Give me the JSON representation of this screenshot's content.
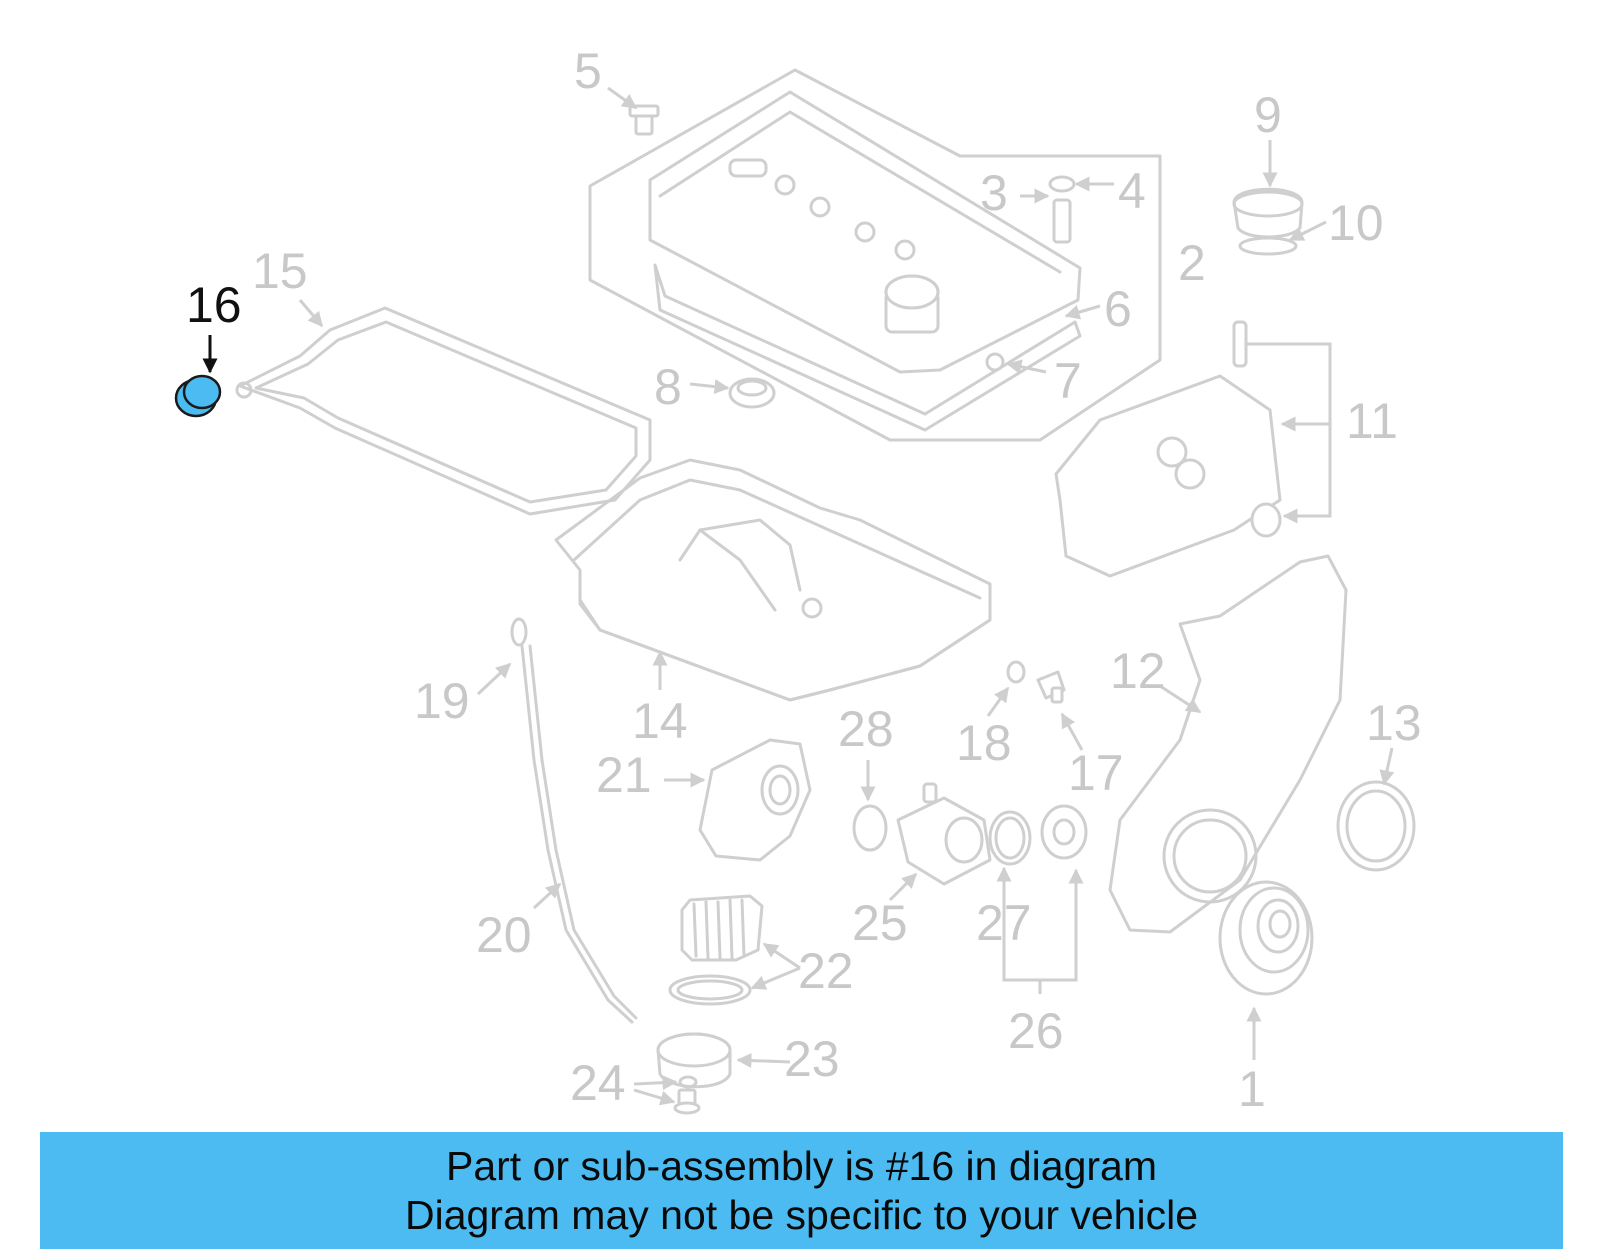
{
  "diagram": {
    "highlighted_part": "16",
    "highlight_color": "#4bbbf1",
    "callouts": {
      "c1": "1",
      "c2": "2",
      "c3": "3",
      "c4": "4",
      "c5": "5",
      "c6": "6",
      "c7": "7",
      "c8": "8",
      "c9": "9",
      "c10": "10",
      "c11": "11",
      "c12": "12",
      "c13": "13",
      "c14": "14",
      "c15": "15",
      "c16": "16",
      "c17": "17",
      "c18": "18",
      "c19": "19",
      "c20": "20",
      "c21": "21",
      "c22": "22",
      "c23": "23",
      "c24": "24",
      "c25": "25",
      "c26": "26",
      "c27": "27",
      "c28": "28"
    }
  },
  "banner": {
    "background": "#4bbbf1",
    "line1": "Part or sub-assembly is #16 in diagram",
    "line2": "Diagram may not be specific to your vehicle"
  }
}
